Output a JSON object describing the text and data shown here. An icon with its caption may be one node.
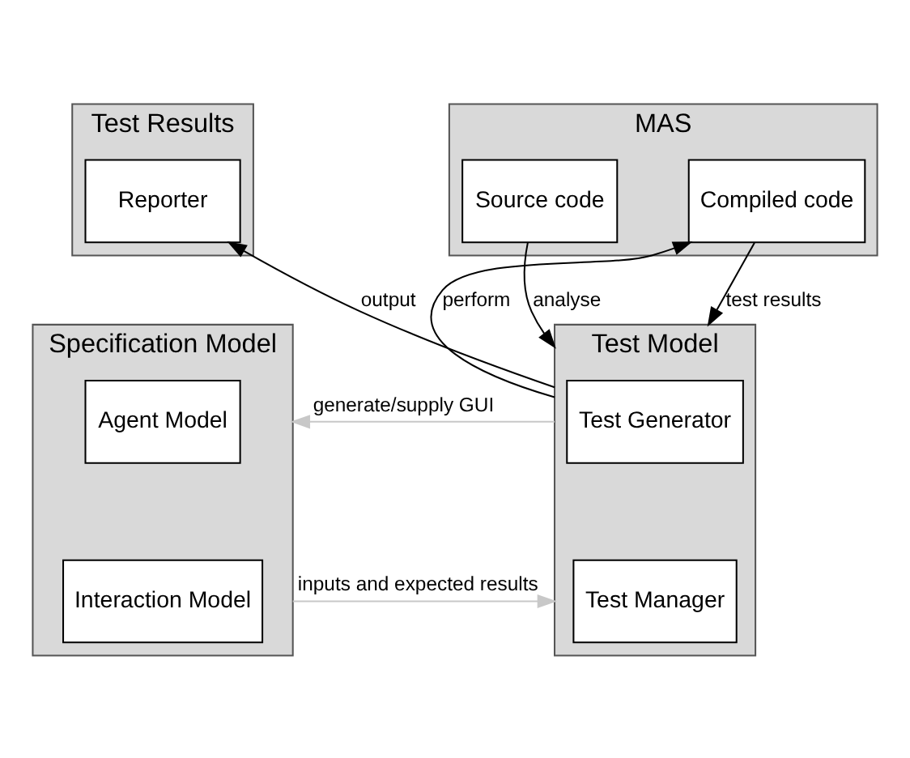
{
  "diagram": {
    "nodes": [
      {
        "text": [
          "Test Results"
        ]
      },
      {
        "text": [
          "Reporter"
        ],
        "in": 0
      },
      {
        "text": [
          "MAS"
        ]
      },
      {
        "text": [
          "Source code"
        ],
        "in": 2
      },
      {
        "text": [
          "Compiled code"
        ],
        "in": 2
      },
      {
        "text": [
          "Specification Model"
        ]
      },
      {
        "text": [
          "Agent Model"
        ],
        "in": 5
      },
      {
        "text": [
          "Interaction Model"
        ],
        "in": 5
      },
      {
        "text": [
          "Test Model"
        ]
      },
      {
        "text": [
          "Test Generator"
        ],
        "in": 8
      },
      {
        "text": [
          "Test Manager"
        ],
        "in": 8
      }
    ],
    "edges": [
      {
        "from": 8,
        "to": 1,
        "arrow": "to",
        "label": "output"
      },
      {
        "from": 3,
        "to": 8,
        "arrow": "to",
        "label": "analyse"
      },
      {
        "from": 8,
        "to": 4,
        "arrow": "to",
        "label": "perform"
      },
      {
        "from": 4,
        "to": 8,
        "arrow": "to",
        "label": "test results"
      },
      {
        "from": 8,
        "to": 5,
        "arrow": "to",
        "label": "generate/supply GUI",
        "color": "#c8c8c8"
      },
      {
        "from": 5,
        "to": 8,
        "arrow": "to",
        "label": "inputs and expected results",
        "color": "#c8c8c8"
      }
    ]
  }
}
